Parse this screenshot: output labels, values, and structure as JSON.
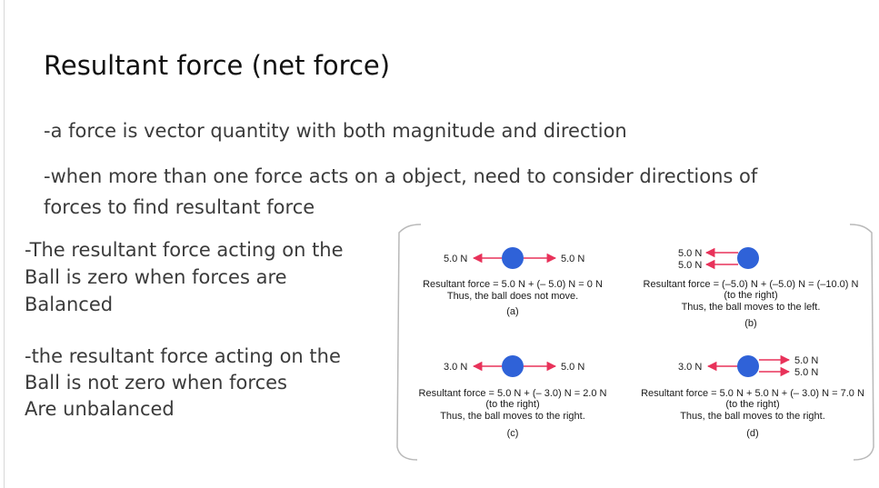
{
  "slide": {
    "title": "Resultant force (net force)",
    "bullet_1": "-a force is vector quantity with both magnitude and direction",
    "bullet_2_line_1": "-when more than one force acts on a object, need to consider directions of",
    "bullet_2_line_2": "forces to find resultant force",
    "balanced_line_1": "-The resultant force acting on the",
    "balanced_line_2": "Ball is zero when forces are",
    "balanced_line_3": "Balanced",
    "unbalanced_line_1": "-the resultant force acting on the",
    "unbalanced_line_2": "Ball is not zero when forces",
    "unbalanced_line_3": "Are unbalanced"
  },
  "diagram": {
    "accent_color": "#e8325a",
    "ball_color": "#2f62d8",
    "panels": [
      {
        "label": "(a)",
        "force_labels": [
          "5.0 N",
          "5.0 N"
        ],
        "lines": [
          "Resultant force = 5.0 N + (– 5.0) N = 0 N",
          "Thus, the ball does not move."
        ]
      },
      {
        "label": "(b)",
        "force_labels": [
          "5.0 N",
          "5.0 N"
        ],
        "lines": [
          "Resultant force = (–5.0) N + (–5.0) N = (–10.0) N",
          "(to the right)",
          "Thus, the ball moves to the left."
        ]
      },
      {
        "label": "(c)",
        "force_labels": [
          "3.0 N",
          "5.0 N"
        ],
        "lines": [
          "Resultant force = 5.0 N + (– 3.0) N = 2.0 N",
          "(to the right)",
          "Thus, the ball moves to the right."
        ]
      },
      {
        "label": "(d)",
        "force_labels": [
          "3.0 N",
          "5.0 N",
          "5.0 N"
        ],
        "lines": [
          "Resultant force = 5.0 N + 5.0 N + (– 3.0) N = 7.0 N",
          "(to the right)",
          "Thus, the ball moves to the right."
        ]
      }
    ]
  }
}
